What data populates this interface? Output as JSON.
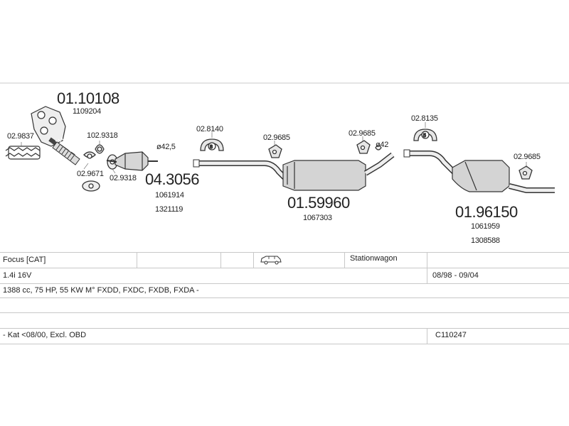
{
  "parts": {
    "manifold_code": "01.10108",
    "manifold_ref": "1109204",
    "gasket_left": "02.9837",
    "clamp_a": "102.9318",
    "clamp_b": "02.9671",
    "clamp_c": "02.9318",
    "cat_diameter": "ø42,5",
    "cat_code": "04.3056",
    "cat_ref_1": "1061914",
    "cat_ref_2": "1321119",
    "hanger_1": "02.8140",
    "hanger_2": "02.9685",
    "middle_code": "01.59960",
    "middle_ref": "1067303",
    "hanger_3": "02.9685",
    "mid_diameter": "ø42",
    "hanger_4": "02.8135",
    "hanger_5": "02.9685",
    "rear_code": "01.96150",
    "rear_ref_1": "1061959",
    "rear_ref_2": "1308588"
  },
  "table": {
    "model": "Focus  [CAT]",
    "body_type": "Stationwagon",
    "engine": "1.4i 16V",
    "years": "08/98 - 09/04",
    "spec": "1388 cc, 75 HP, 55 KW M° FXDD, FXDC, FXDB, FXDA -",
    "notes": "- Kat <08/00, Excl. OBD",
    "catalog_code": "C110247"
  },
  "icons": {
    "vehicle": "car-icon"
  }
}
